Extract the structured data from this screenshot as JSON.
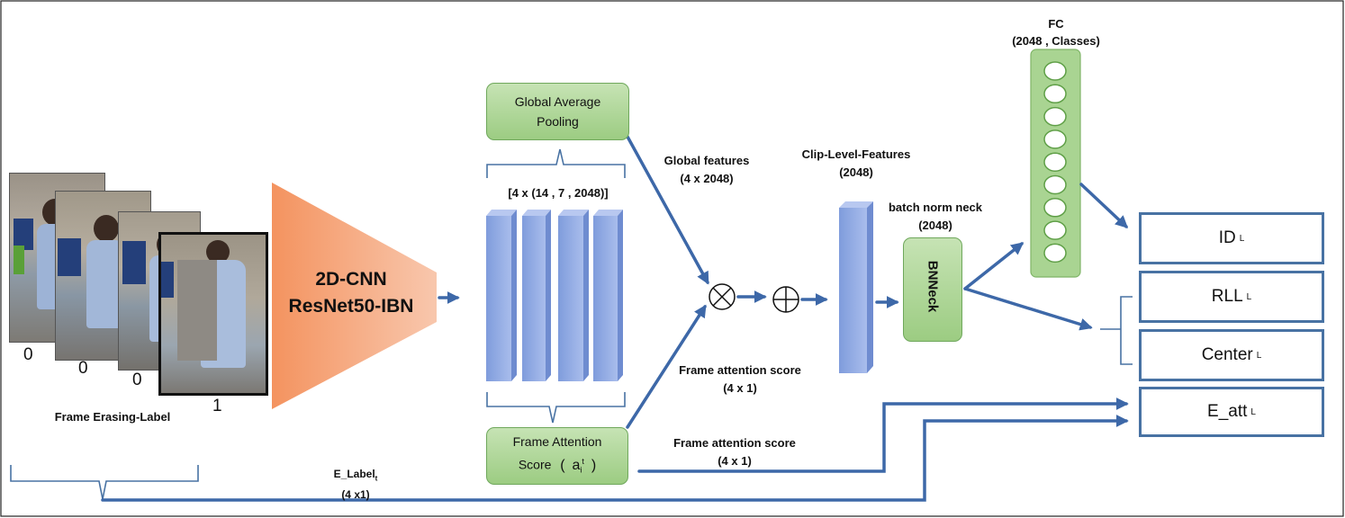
{
  "frames": {
    "labels": [
      "0",
      "0",
      "0",
      "1"
    ],
    "caption": "Frame Erasing-Label"
  },
  "backbone": {
    "line1": "2D-CNN",
    "line2": "ResNet50-IBN"
  },
  "feature_map": {
    "shape": "[4   x   (14 , 7 , 2048)]"
  },
  "gap": {
    "line1": "Global Average",
    "line2": "Pooling"
  },
  "global_features": {
    "line1": "Global features",
    "line2": "(4 x 2048)"
  },
  "frame_attention": {
    "line1": "Frame Attention",
    "line2_prefix": "Score",
    "symbol": "a",
    "sub": "i",
    "sup": "t"
  },
  "attention_score_upper": {
    "line1": "Frame attention score",
    "line2": "(4 x 1)"
  },
  "attention_score_lower": {
    "line1": "Frame attention score",
    "line2": "(4 x 1)"
  },
  "operators": {
    "multiply": "⊗",
    "add": "⊕"
  },
  "clip_features": {
    "line1": "Clip-Level-Features",
    "line2": "(2048)"
  },
  "bn_neck_label": {
    "line1": "batch norm neck",
    "line2": "(2048)"
  },
  "bnneck": {
    "text": "BNNeck"
  },
  "fc": {
    "line1": "FC",
    "line2": "(2048 , Classes)",
    "neurons": 9
  },
  "e_label": {
    "line1": "E_Label",
    "sub": "t",
    "line2": "(4 x1)"
  },
  "losses": [
    {
      "name": "ID",
      "sub": "L"
    },
    {
      "name": "RLL",
      "sub": "L"
    },
    {
      "name": "Center",
      "sub": "L"
    },
    {
      "name": "E_att",
      "sub": "L"
    }
  ],
  "colors": {
    "arrow": "#3d68a8",
    "bar_fill": "#8ea8e0",
    "green": "#a9d492",
    "backbone": "#f5a27f",
    "box_border": "#4872a3"
  }
}
